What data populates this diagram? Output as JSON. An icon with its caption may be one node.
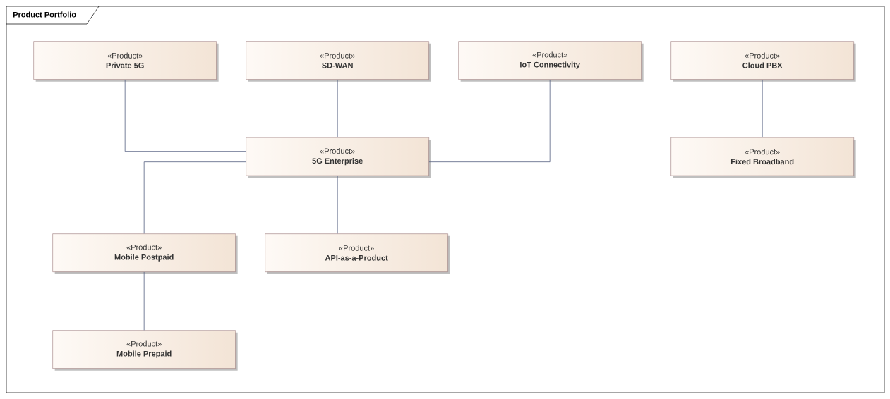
{
  "diagram": {
    "nodes": [
      {
        "text": [
          "Product Portfolio"
        ]
      },
      {
        "text": [
          "«Product»",
          "Private 5G"
        ],
        "in": 0
      },
      {
        "text": [
          "«Product»",
          "SD-WAN"
        ],
        "in": 0
      },
      {
        "text": [
          "«Product»",
          "IoT Connectivity"
        ],
        "in": 0
      },
      {
        "text": [
          "«Product»",
          "Cloud PBX"
        ],
        "in": 0
      },
      {
        "text": [
          "«Product»",
          "5G Enterprise"
        ],
        "in": 0
      },
      {
        "text": [
          "«Product»",
          "Fixed Broadband"
        ],
        "in": 0
      },
      {
        "text": [
          "«Product»",
          "Mobile Postpaid"
        ],
        "in": 0
      },
      {
        "text": [
          "«Product»",
          "API-as-a-Product"
        ],
        "in": 0
      },
      {
        "text": [
          "«Product»",
          "Mobile Prepaid"
        ],
        "in": 0
      }
    ],
    "edges": [
      {
        "from": 1,
        "to": 5,
        "arrow": "none"
      },
      {
        "from": 2,
        "to": 5,
        "arrow": "none"
      },
      {
        "from": 3,
        "to": 5,
        "arrow": "none"
      },
      {
        "from": 4,
        "to": 6,
        "arrow": "none"
      },
      {
        "from": 5,
        "to": 7,
        "arrow": "none"
      },
      {
        "from": 5,
        "to": 8,
        "arrow": "none"
      },
      {
        "from": 7,
        "to": 9,
        "arrow": "none"
      }
    ]
  }
}
